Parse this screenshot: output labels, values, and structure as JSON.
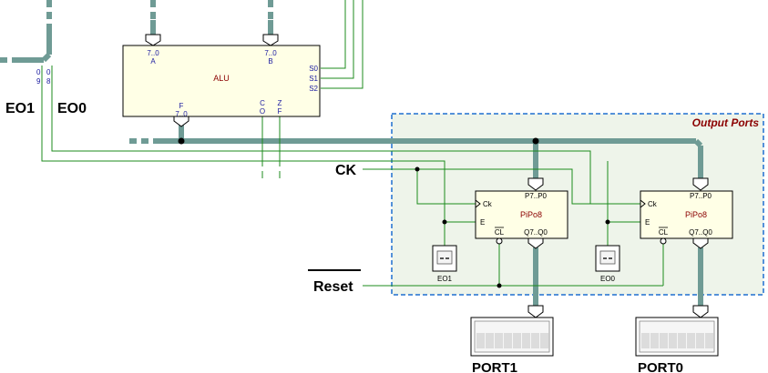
{
  "section": {
    "title": "Output Ports"
  },
  "signals": {
    "eo1": "EO1",
    "eo0": "EO0",
    "ck": "CK",
    "reset": "Reset"
  },
  "bus_split": {
    "left": "0\n9",
    "right": "0\n8"
  },
  "alu": {
    "name": "ALU",
    "in_a_range": "7..0",
    "in_a": "A",
    "in_b_range": "7..0",
    "in_b": "B",
    "out_f_range": "7..0",
    "out_f": "F",
    "s0": "S0",
    "s1": "S1",
    "s2": "S2",
    "c": "C",
    "o": "O",
    "z": "Z",
    "flag_f": "F"
  },
  "pipo_left": {
    "name": "PiPo8",
    "ck": "Ck",
    "e": "E",
    "cl": "CL",
    "in": "P7..P0",
    "out": "Q7..Q0"
  },
  "pipo_right": {
    "name": "PiPo8",
    "ck": "Ck",
    "e": "E",
    "cl": "CL",
    "in": "P7..P0",
    "out": "Q7..Q0"
  },
  "switches": {
    "left": "EO1",
    "right": "EO0"
  },
  "ports": {
    "left": "PORT1",
    "right": "PORT0"
  },
  "colors": {
    "bus": "#6f9b95",
    "wire": "#1c8b1c",
    "section_border": "#1e6fd0",
    "section_fill": "#eef4ea",
    "chip_fill": "#ffffe6",
    "label_red": "#8b0000"
  }
}
